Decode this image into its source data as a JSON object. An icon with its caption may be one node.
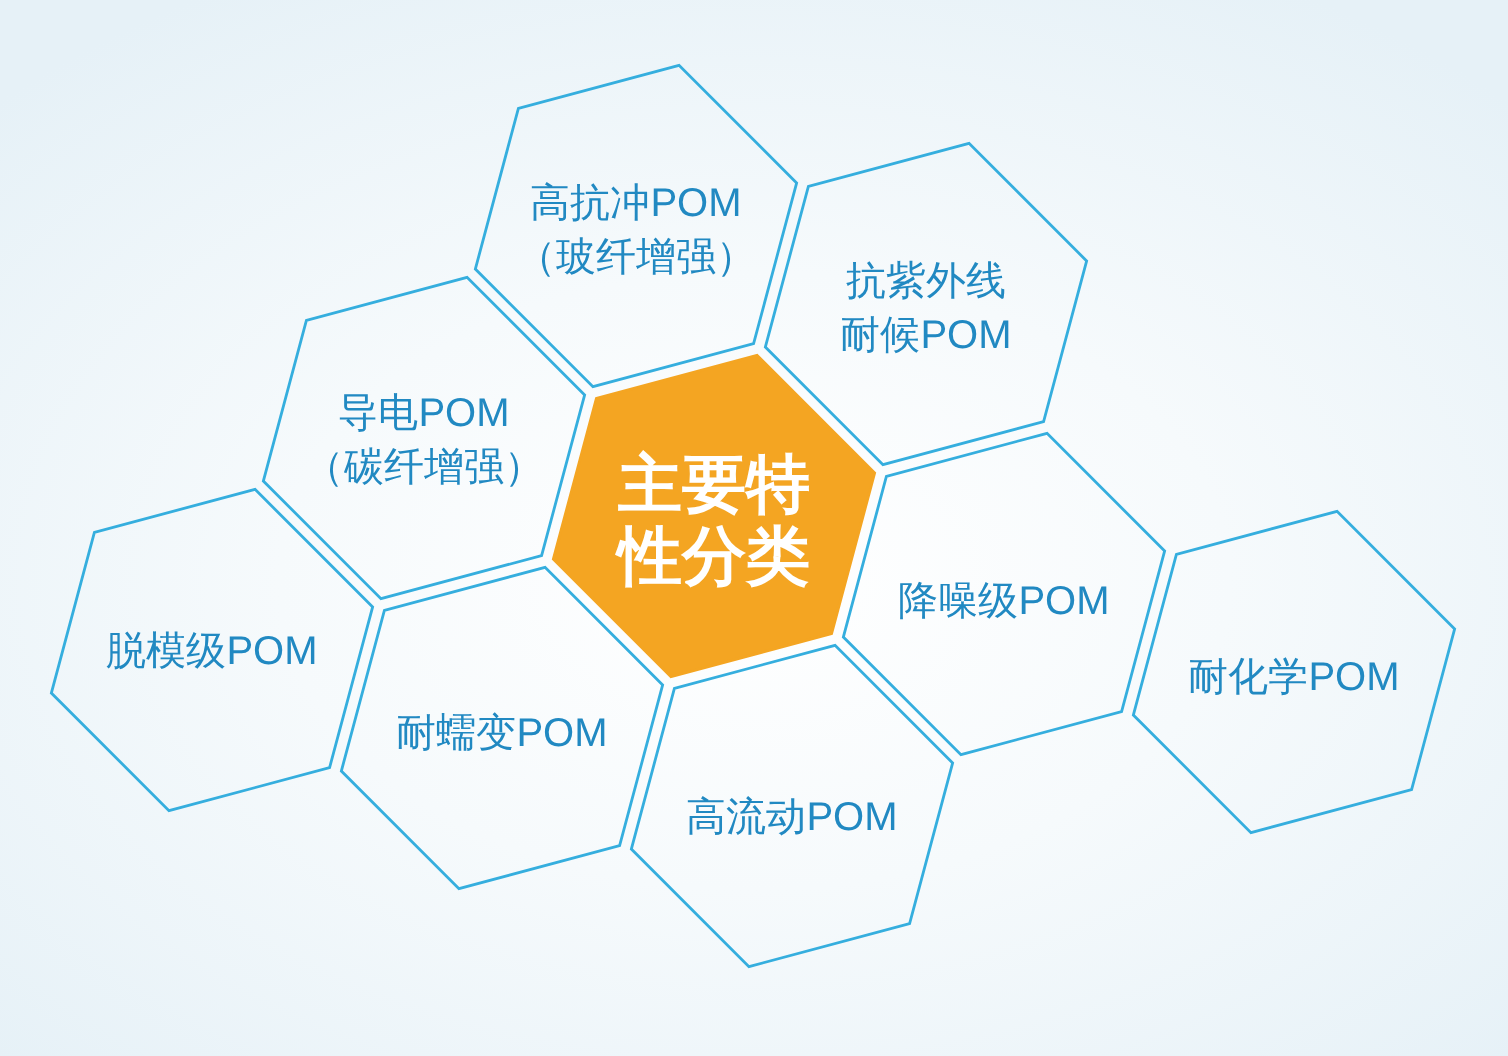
{
  "diagram": {
    "nodes": [
      {
        "text": [
          "高抗冲POM（玻纤增强）"
        ]
      },
      {
        "text": [
          "抗紫外线耐候POM"
        ]
      },
      {
        "text": [
          "导电POM（碳纤增强）"
        ]
      },
      {
        "text": [
          "主要特性分类"
        ]
      },
      {
        "text": [
          "降噪级POM"
        ]
      },
      {
        "text": [
          "脱模级POM"
        ]
      },
      {
        "text": [
          "耐化学POM"
        ]
      },
      {
        "text": [
          "耐蠕变POM"
        ]
      },
      {
        "text": [
          "高流动POM"
        ]
      }
    ]
  }
}
